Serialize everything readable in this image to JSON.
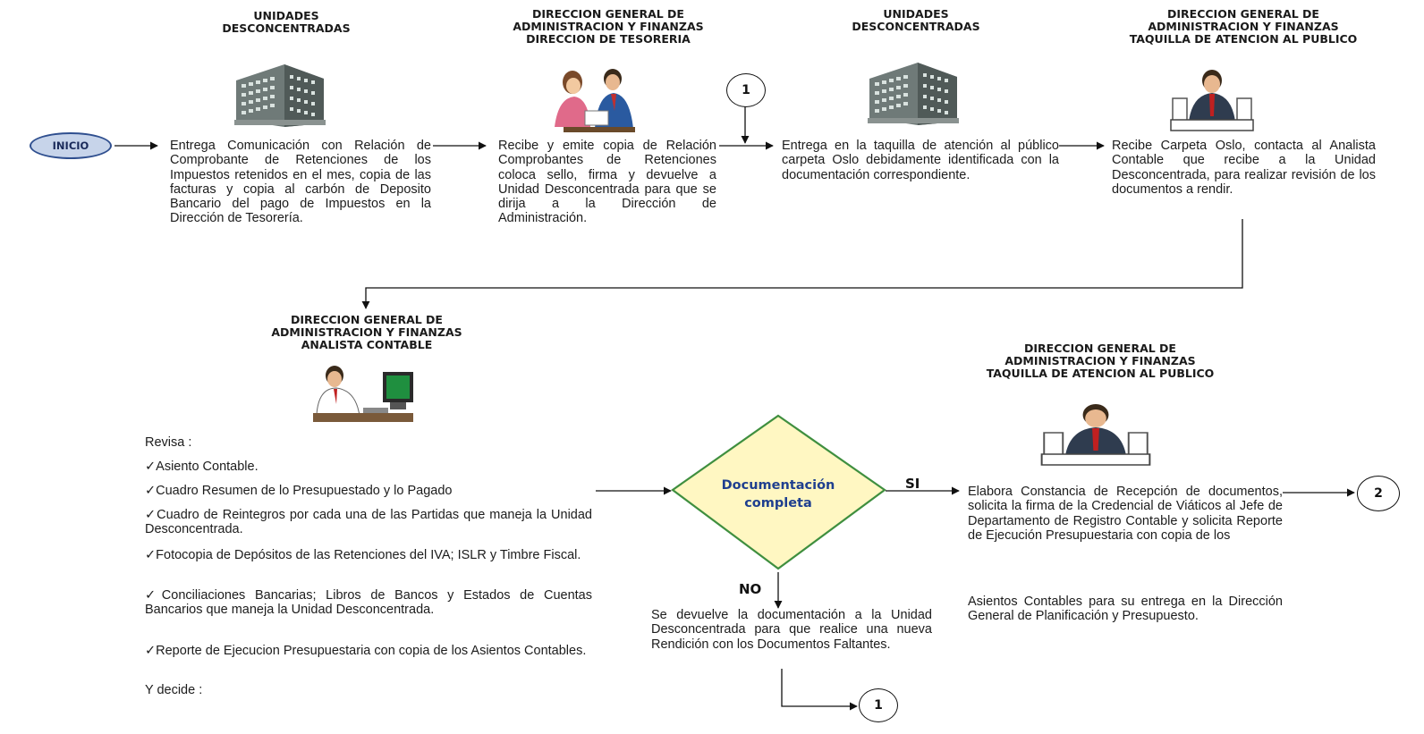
{
  "headers": {
    "h1": "UNIDADES\nDESCONCENTRADAS",
    "h2": "DIRECCION GENERAL DE\nADMINISTRACION Y FINANZAS\nDIRECCION DE TESORERIA",
    "h3": "UNIDADES\nDESCONCENTRADAS",
    "h4": "DIRECCION GENERAL DE\nADMINISTRACION Y FINANZAS\nTAQUILLA DE ATENCION AL PUBLICO",
    "h5": "DIRECCION GENERAL DE\nADMINISTRACION Y FINANZAS\nANALISTA CONTABLE",
    "h6": "DIRECCION GENERAL DE\nADMINISTRACION Y FINANZAS\nTAQUILLA DE ATENCION AL PUBLICO"
  },
  "start": "INICIO",
  "steps": {
    "s1": "Entrega Comunicación con Relación de Comprobante de Retenciones de los Impuestos retenidos en el mes, copia de las facturas y copia al carbón de Deposito Bancario del pago de Impuestos en la Dirección de Tesorería.",
    "s2": "Recibe y emite copia de Relación Comprobantes de Retenciones coloca sello, firma y devuelve a Unidad Desconcentrada para que se dirija a la Dirección de Administración.",
    "s3": "Entrega en la taquilla de atención al público carpeta Oslo debidamente identificada con la documentación correspondiente.",
    "s4": "Recibe Carpeta Oslo, contacta al Analista Contable que recibe a la Unidad Desconcentrada, para realizar revisión de los documentos a rendir.",
    "s6a": "Elabora Constancia de Recepción de documentos, solicita la firma de la Credencial de Viáticos al Jefe de Departamento de Registro Contable y solicita Reporte de Ejecución Presupuestaria con copia de los",
    "s6b": "Asientos Contables para su entrega en la Dirección General de Planificación y Presupuesto.",
    "no_text": "Se devuelve la documentación a la Unidad Desconcentrada para que realice una nueva Rendición con los Documentos Faltantes."
  },
  "review": {
    "intro": "Revisa :",
    "items": [
      "✓Asiento Contable.",
      "✓Cuadro Resumen de lo Presupuestado y lo Pagado",
      "✓Cuadro de Reintegros por cada una de las Partidas que maneja la Unidad Desconcentrada.",
      "✓Fotocopia de Depósitos de las Retenciones del IVA; ISLR y Timbre Fiscal.",
      "✓Conciliaciones Bancarias; Libros de Bancos y Estados de Cuentas Bancarios que maneja la Unidad Desconcentrada.",
      "✓Reporte de Ejecucion Presupuestaria con copia de los Asientos Contables."
    ],
    "outro": "Y decide :"
  },
  "decision": {
    "line1": "Documentación",
    "line2": "completa",
    "yes": "SI",
    "no": "NO"
  },
  "connectors": {
    "c1_top": "1",
    "c2": "2",
    "c1_bottom": "1"
  },
  "colors": {
    "start_fill": "#c7d4ea",
    "start_border": "#2f4f8f",
    "diamond_fill": "#fff7c2",
    "diamond_border": "#3f8f3f",
    "decision_text": "#1f3f8f"
  },
  "icons": {
    "building": "building-icon",
    "meeting": "meeting-people-icon",
    "clerk": "clerk-at-desk-icon",
    "analyst": "analyst-computer-icon"
  }
}
